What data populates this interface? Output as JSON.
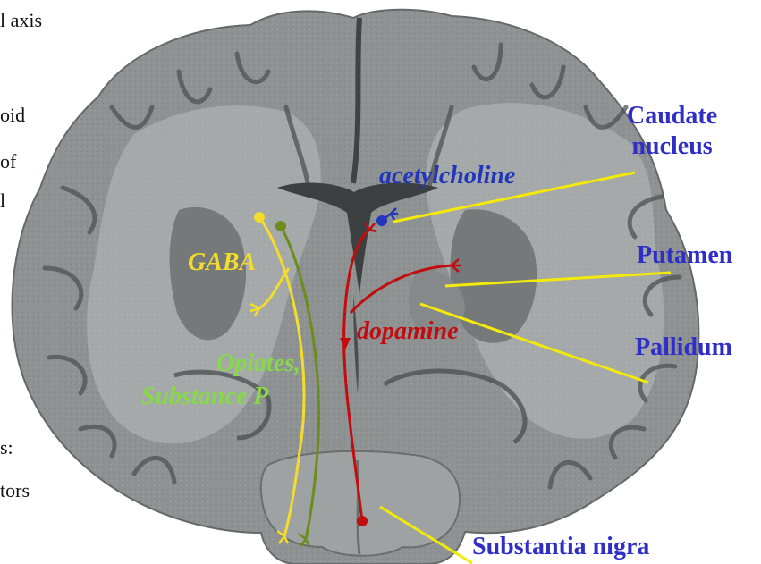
{
  "colors": {
    "gaba": "#f3dc2b",
    "opiates": "#88d84c",
    "opiates_line": "#6c8c1d",
    "dopamine": "#c20d10",
    "acetylcholine": "#2136b9",
    "structure_label": "#2f2fc7",
    "pointer": "#f3ea0a"
  },
  "labels": {
    "caudate_line1": "Caudate",
    "caudate_line2": "nucleus",
    "putamen": "Putamen",
    "pallidum": "Pallidum",
    "substantia_nigra": "Substantia nigra",
    "acetylcholine": "acetylcholine",
    "gaba": "GABA",
    "dopamine": "dopamine",
    "opiates_line1": "Opiates,",
    "opiates_line2": "Substance P"
  },
  "left_text_fragments": [
    "l axis",
    "oid",
    "of",
    "l",
    "s:",
    "tors"
  ]
}
